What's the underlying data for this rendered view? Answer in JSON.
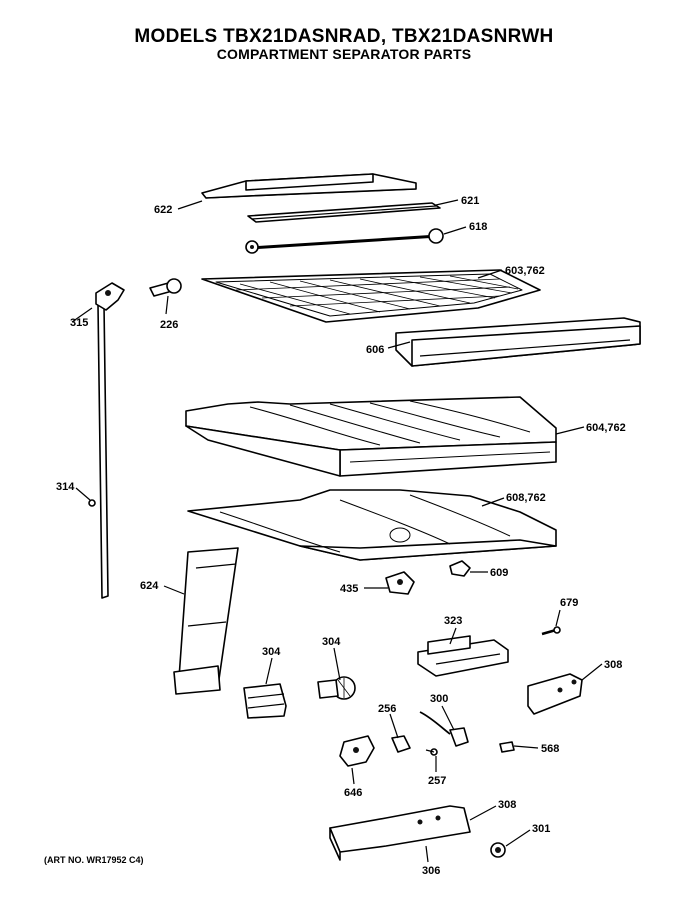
{
  "title": "MODELS TBX21DASNRAD, TBX21DASNRWH",
  "subtitle": "COMPARTMENT SEPARATOR PARTS",
  "art_number": "(ART NO. WR17952 C4)",
  "labels": {
    "p622": "622",
    "p621": "621",
    "p618": "618",
    "p603": "603,762",
    "p315": "315",
    "p226": "226",
    "p606": "606",
    "p604": "604,762",
    "p314": "314",
    "p608": "608,762",
    "p624": "624",
    "p435": "435",
    "p609": "609",
    "p679": "679",
    "p323": "323",
    "p308a": "308",
    "p304a": "304",
    "p304b": "304",
    "p300": "300",
    "p256": "256",
    "p568": "568",
    "p257": "257",
    "p646": "646",
    "p308b": "308",
    "p301": "301",
    "p306": "306"
  }
}
